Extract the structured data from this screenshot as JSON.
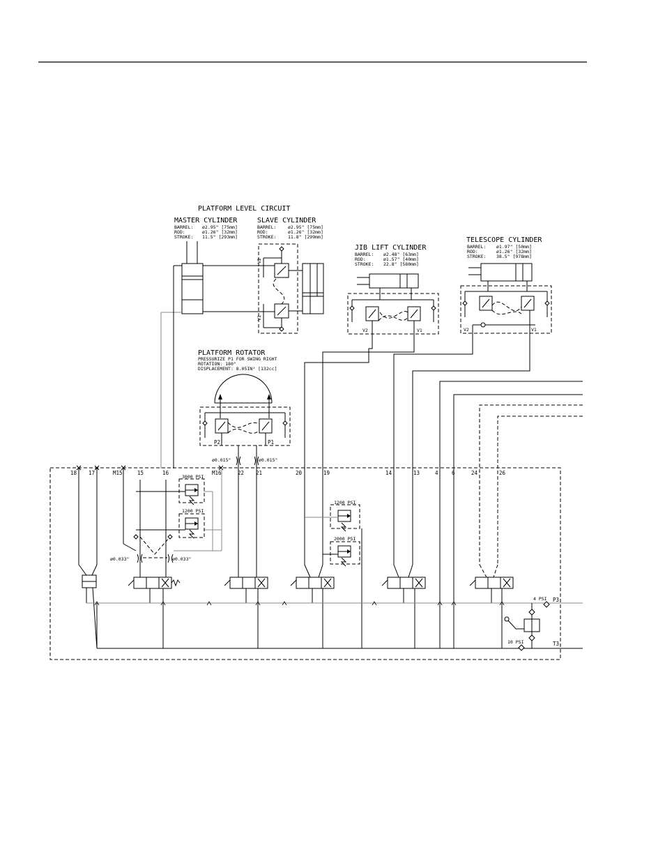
{
  "platform_level": {
    "title": "PLATFORM LEVEL CIRCUIT",
    "master": {
      "title": "MASTER CYLINDER",
      "barrel_label": "BARREL:",
      "barrel_value": "ø2.95\" [75mm]",
      "rod_label": "ROD:",
      "rod_value": "ø1.26\" [32mm]",
      "stroke_label": "STROKE:",
      "stroke_value": "11.5\" [293mm]"
    },
    "slave": {
      "title": "SLAVE CYLINDER",
      "barrel_label": "BARREL:",
      "barrel_value": "ø2.95\" [75mm]",
      "rod_label": "ROD:",
      "rod_value": "ø1.26\" [32mm]",
      "stroke_label": "STROKE:",
      "stroke_value": "11.8\" [299mm]"
    },
    "port_v2": "V2",
    "port_v1": "V1"
  },
  "jib": {
    "title": "JIB LIFT CYLINDER",
    "barrel_label": "BARREL:",
    "barrel_value": "ø2.48\" [63mm]",
    "rod_label": "ROD:",
    "rod_value": "ø1.57\" [40mm]",
    "stroke_label": "STROKE:",
    "stroke_value": "22.8\" [580mm]",
    "port_v2": "V2",
    "port_v1": "V1"
  },
  "telescope": {
    "title": "TELESCOPE CYLINDER",
    "barrel_label": "BARREL:",
    "barrel_value": "ø1.97\" [50mm]",
    "rod_label": "ROD:",
    "rod_value": "ø1.26\" [32mm]",
    "stroke_label": "STROKE:",
    "stroke_value": "38.5\" [978mm]",
    "port_v2": "V2",
    "port_v1": "V1"
  },
  "rotator": {
    "title": "PLATFORM ROTATOR",
    "line1": "PRESSURIZE P1 FOR SWING RIGHT",
    "line2": "ROTATION: 180°",
    "line3": "DISPLACEMENT: 8.05IN³ [132cc]",
    "port_p2": "P2",
    "port_p1": "P1"
  },
  "orifices": {
    "left_015": "ø0.015\"",
    "right_015": "ø0.015\"",
    "left_033": "ø0.033\"",
    "right_033": "ø0.033\""
  },
  "relief_valves": {
    "rv_3000": "3000 PSI",
    "rv_1200_left": "1200 PSI",
    "rv_1200_right": "1200 PSI",
    "rv_2000": "2000 PSI"
  },
  "ports": [
    "18",
    "17",
    "M15",
    "15",
    "16",
    "M16",
    "22",
    "21",
    "20",
    "19",
    "14",
    "13",
    "4",
    "6",
    "24",
    "26"
  ],
  "pressure_lines": {
    "check_4psi": "4 PSI",
    "check_10psi": "10 PSI",
    "p3": "P3",
    "t3": "T3"
  }
}
